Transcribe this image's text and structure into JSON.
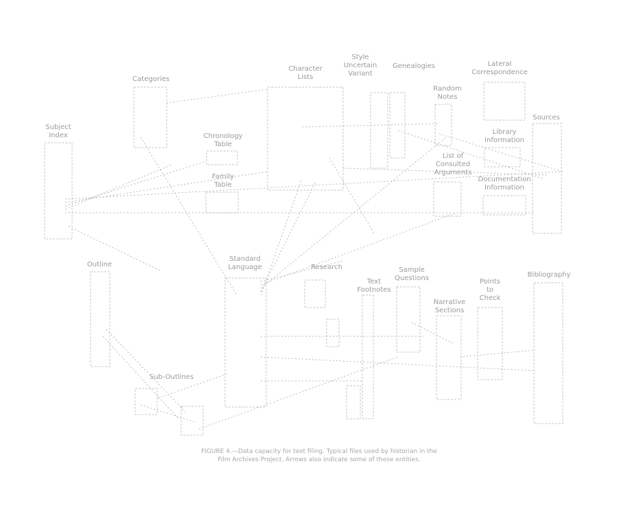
{
  "diagram": {
    "nodes": [
      {
        "id": "subject-index",
        "label": "Subject\nIndex"
      },
      {
        "id": "categories",
        "label": "Categories"
      },
      {
        "id": "character-lists",
        "label": "Character\nLists"
      },
      {
        "id": "style-variant",
        "label": "Style\nUncertain\nVariant"
      },
      {
        "id": "genealogies",
        "label": "Genealogies"
      },
      {
        "id": "random-notes",
        "label": "Random\nNotes"
      },
      {
        "id": "lateral-correspondence",
        "label": "Lateral\nCorrespondence"
      },
      {
        "id": "sources",
        "label": "Sources"
      },
      {
        "id": "library-information",
        "label": "Library\nInformation"
      },
      {
        "id": "consulted-arguments",
        "label": "List of\nConsulted\nArguments"
      },
      {
        "id": "documentation-information",
        "label": "Documentation\nInformation"
      },
      {
        "id": "chronology-table",
        "label": "Chronology\nTable"
      },
      {
        "id": "family-table",
        "label": "Family\nTable"
      },
      {
        "id": "outline",
        "label": "Outline"
      },
      {
        "id": "standard-language",
        "label": "Standard\nLanguage"
      },
      {
        "id": "research",
        "label": "Research"
      },
      {
        "id": "text-footnotes",
        "label": "Text\nFootnotes"
      },
      {
        "id": "sample-questions",
        "label": "Sample\nQuestions"
      },
      {
        "id": "narrative-sections",
        "label": "Narrative\nSections"
      },
      {
        "id": "points-to-check",
        "label": "Points\nto\nCheck"
      },
      {
        "id": "bibliography",
        "label": "Bibliography"
      },
      {
        "id": "sub-outlines",
        "label": "Sub-Outlines"
      }
    ],
    "caption": "FIGURE 4.—Data capacity for text filing. Typical files used by historian in the Film Archives Project. Arrows also indicate some of these entities."
  }
}
